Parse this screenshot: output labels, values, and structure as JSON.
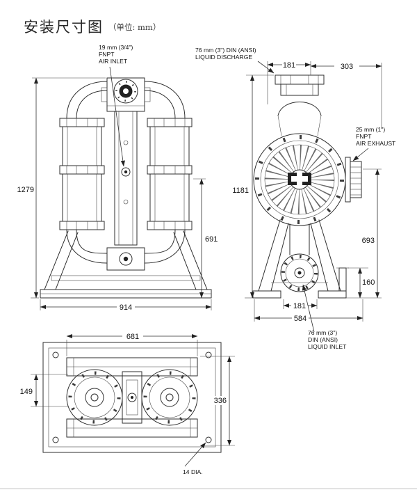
{
  "title": {
    "text": "安装尺寸图",
    "unit": "（单位: mm）"
  },
  "colors": {
    "line": "#2a2a2a",
    "background": "#ffffff"
  },
  "front_view": {
    "air_inlet": {
      "line1": "19 mm (3/4\")",
      "line2": "FNPT",
      "line3": "AIR INLET"
    },
    "dims": {
      "overall_height": "1279",
      "manifold_height": "691",
      "base_width": "914"
    }
  },
  "side_view": {
    "liquid_discharge": {
      "line1": "76 mm (3\") DIN (ANSI)",
      "line2": "LIQUID DISCHARGE"
    },
    "air_exhaust": {
      "line1": "25 mm (1\")",
      "line2": "FNPT",
      "line3": "AIR EXHAUST"
    },
    "liquid_inlet": {
      "line1": "76 mm (3\")",
      "line2": "DIN (ANSI)",
      "line3": "LIQUID INLET"
    },
    "dims": {
      "top_offset": "181",
      "top_depth": "303",
      "overall_height": "1181",
      "exhaust_height": "693",
      "bracket_height": "160",
      "inlet_offset": "181",
      "base_depth": "584"
    }
  },
  "top_view": {
    "dims": {
      "bolt_width": "681",
      "side_offset": "149",
      "body_depth": "336",
      "hole_diameter": "14 DIA."
    }
  }
}
